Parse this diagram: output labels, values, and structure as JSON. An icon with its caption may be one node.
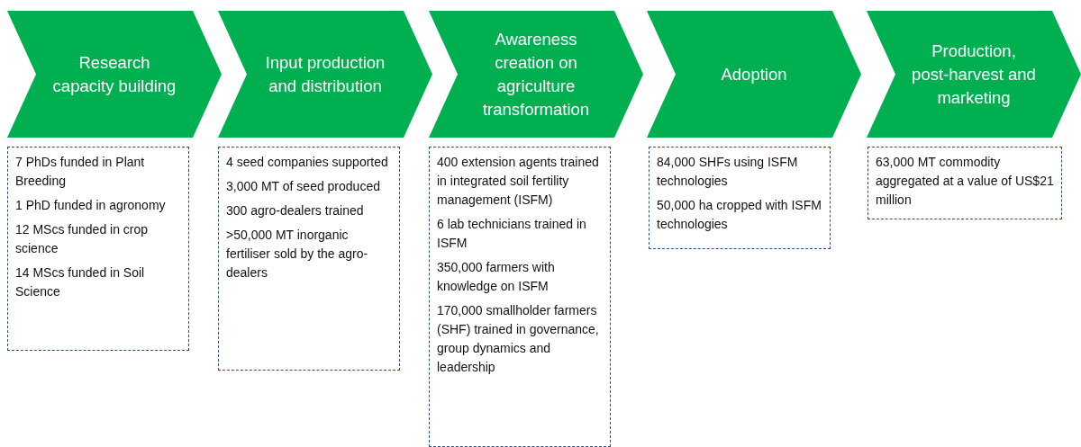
{
  "diagram": {
    "nodes": [
      {
        "text": [
          "Research capacity building"
        ]
      },
      {
        "text": [
          "Input production and distribution"
        ]
      },
      {
        "text": [
          "Awareness creation on agriculture transformation"
        ]
      },
      {
        "text": [
          "Adoption"
        ]
      },
      {
        "text": [
          "Production, post-harvest and marketing"
        ]
      },
      {
        "text": [
          "7 PhDs funded in Plant Breeding",
          "1 PhD funded in agronomy",
          "12 MScs funded in crop science",
          "14 MScs funded in Soil Science"
        ]
      },
      {
        "text": [
          "4 seed companies supported",
          "3,000 MT of seed produced",
          "300 agro-dealers trained",
          ">50,000 MT inorganic fertiliser sold by the agro-dealers"
        ]
      },
      {
        "text": [
          "400 extension agents trained in integrated soil fertility management (ISFM)",
          "6 lab technicians trained in ISFM",
          "350,000 farmers with knowledge on ISFM",
          "170,000 smallholder farmers (SHF) trained in governance, group dynamics and leadership"
        ]
      },
      {
        "text": [
          "84,000 SHFs using ISFM technologies",
          "50,000 ha cropped with ISFM technologies"
        ]
      },
      {
        "text": [
          "63,000 MT commodity aggregated at a value of US$21 million"
        ]
      }
    ]
  }
}
